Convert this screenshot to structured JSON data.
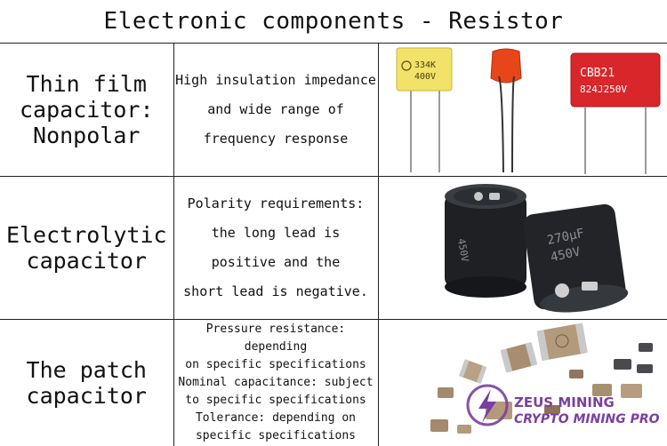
{
  "title": "Electronic components - Resistor",
  "rows": [
    {
      "name_lines": [
        "Thin film",
        "capacitor:",
        "Nonpolar"
      ],
      "desc_lines": [
        "High insulation impedance",
        "and wide range of",
        "frequency response"
      ],
      "image": {
        "icon": "film-capacitors-photo",
        "labels": [
          "334K",
          "400V",
          "CBB21",
          "824J250V"
        ],
        "colors": {
          "yellow": "#f2e26a",
          "orange": "#e8451b",
          "red": "#d8262a"
        }
      }
    },
    {
      "name_lines": [
        "Electrolytic",
        "capacitor"
      ],
      "desc_lines": [
        "Polarity requirements:",
        "the long lead is",
        "positive and the",
        "short lead is negative."
      ],
      "image": {
        "icon": "electrolytic-capacitors-photo",
        "labels": [
          "270µF",
          "450V"
        ],
        "colors": {
          "body": "#1e2023"
        }
      }
    },
    {
      "name_lines": [
        "The patch",
        "capacitor"
      ],
      "desc_lines": [
        "Pressure resistance: depending",
        "on specific specifications",
        "Nominal capacitance: subject",
        "to specific specifications",
        "Tolerance: depending on",
        "specific specifications"
      ],
      "image": {
        "icon": "smd-capacitors-photo",
        "colors": {
          "chip": "#b49a7c",
          "end": "#c9c9c9"
        }
      }
    }
  ],
  "watermark": {
    "line1": "ZEUS MINING",
    "line2": "CRYPTO MINING PRO",
    "icon": "lightning-logo-icon",
    "color": "#7a3fa0"
  }
}
